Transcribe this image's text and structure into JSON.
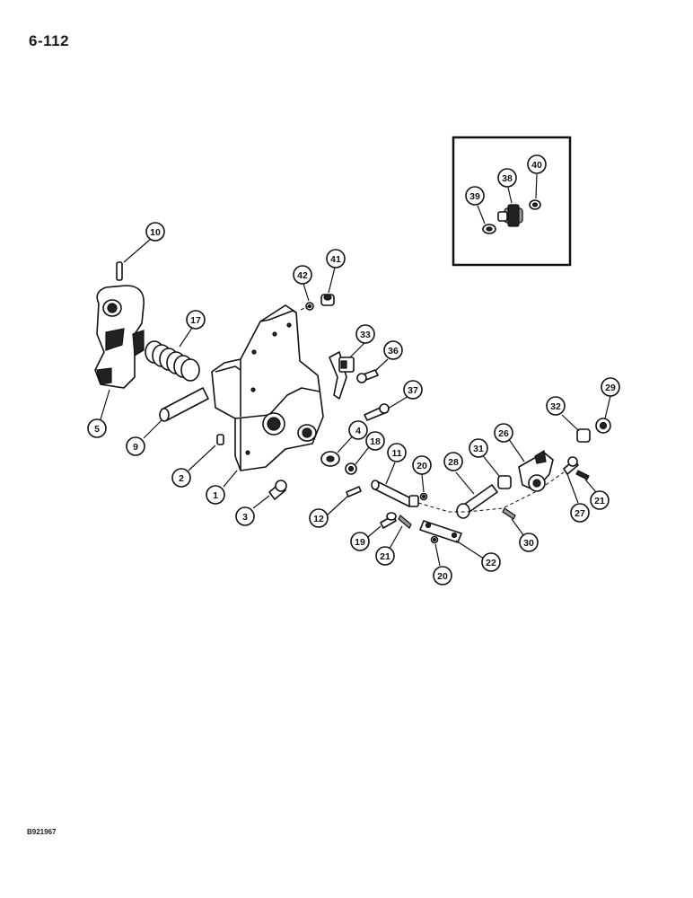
{
  "page": {
    "number": "6-112",
    "figure_code": "B921967"
  },
  "callouts": [
    {
      "id": "c10",
      "label": "10"
    },
    {
      "id": "c17",
      "label": "17"
    },
    {
      "id": "c5",
      "label": "5"
    },
    {
      "id": "c9",
      "label": "9"
    },
    {
      "id": "c2",
      "label": "2"
    },
    {
      "id": "c1",
      "label": "1"
    },
    {
      "id": "c3",
      "label": "3"
    },
    {
      "id": "c42",
      "label": "42"
    },
    {
      "id": "c41",
      "label": "41"
    },
    {
      "id": "c33",
      "label": "33"
    },
    {
      "id": "c36",
      "label": "36"
    },
    {
      "id": "c37",
      "label": "37"
    },
    {
      "id": "c4",
      "label": "4"
    },
    {
      "id": "c18",
      "label": "18"
    },
    {
      "id": "c11",
      "label": "11"
    },
    {
      "id": "c20a",
      "label": "20"
    },
    {
      "id": "c12",
      "label": "12"
    },
    {
      "id": "c19",
      "label": "19"
    },
    {
      "id": "c21a",
      "label": "21"
    },
    {
      "id": "c28",
      "label": "28"
    },
    {
      "id": "c31",
      "label": "31"
    },
    {
      "id": "c26",
      "label": "26"
    },
    {
      "id": "c32",
      "label": "32"
    },
    {
      "id": "c29",
      "label": "29"
    },
    {
      "id": "c22",
      "label": "22"
    },
    {
      "id": "c20b",
      "label": "20"
    },
    {
      "id": "c30",
      "label": "30"
    },
    {
      "id": "c27",
      "label": "27"
    },
    {
      "id": "c21b",
      "label": "21"
    },
    {
      "id": "c38",
      "label": "38"
    },
    {
      "id": "c39",
      "label": "39"
    },
    {
      "id": "c40",
      "label": "40"
    }
  ]
}
